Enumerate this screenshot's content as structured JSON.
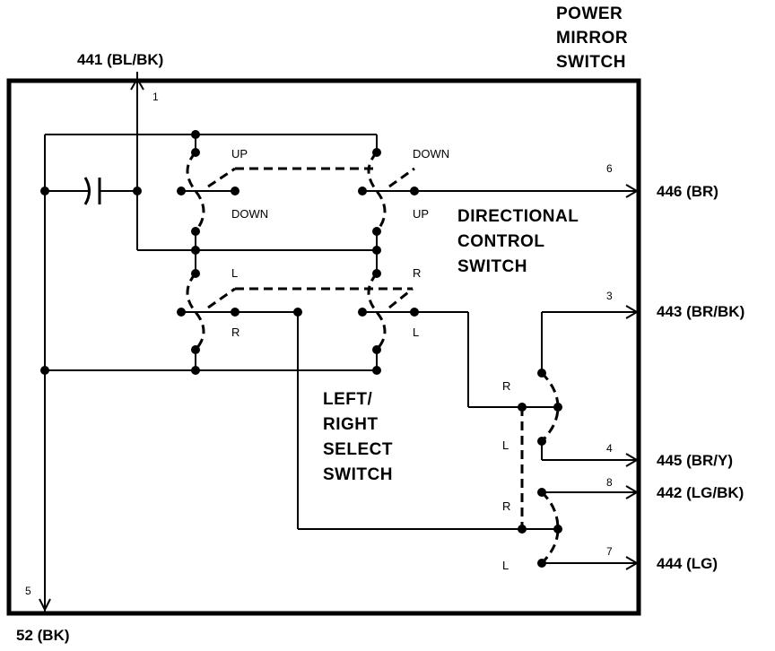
{
  "switch_title": [
    "POWER",
    "MIRROR",
    "SWITCH"
  ],
  "wires": {
    "w441": "441 (BL/BK)",
    "w446": "446 (BR)",
    "w443": "443 (BR/BK)",
    "w445": "445 (BR/Y)",
    "w442": "442 (LG/BK)",
    "w444": "444 (LG)",
    "w52": "52 (BK)"
  },
  "pins": {
    "p1": "1",
    "p6": "6",
    "p3": "3",
    "p4": "4",
    "p8": "8",
    "p7": "7",
    "p5": "5"
  },
  "directional": {
    "title": [
      "DIRECTIONAL",
      "CONTROL",
      "SWITCH"
    ],
    "up_left": "UP",
    "down_left": "DOWN",
    "down_right": "DOWN",
    "up_right": "UP",
    "l_left": "L",
    "r_left": "R",
    "r_right": "R",
    "l_right": "L"
  },
  "select": {
    "title": [
      "LEFT/",
      "RIGHT",
      "SELECT",
      "SWITCH"
    ],
    "r_top": "R",
    "l_top": "L",
    "r_bottom": "R",
    "l_bottom": "L"
  }
}
